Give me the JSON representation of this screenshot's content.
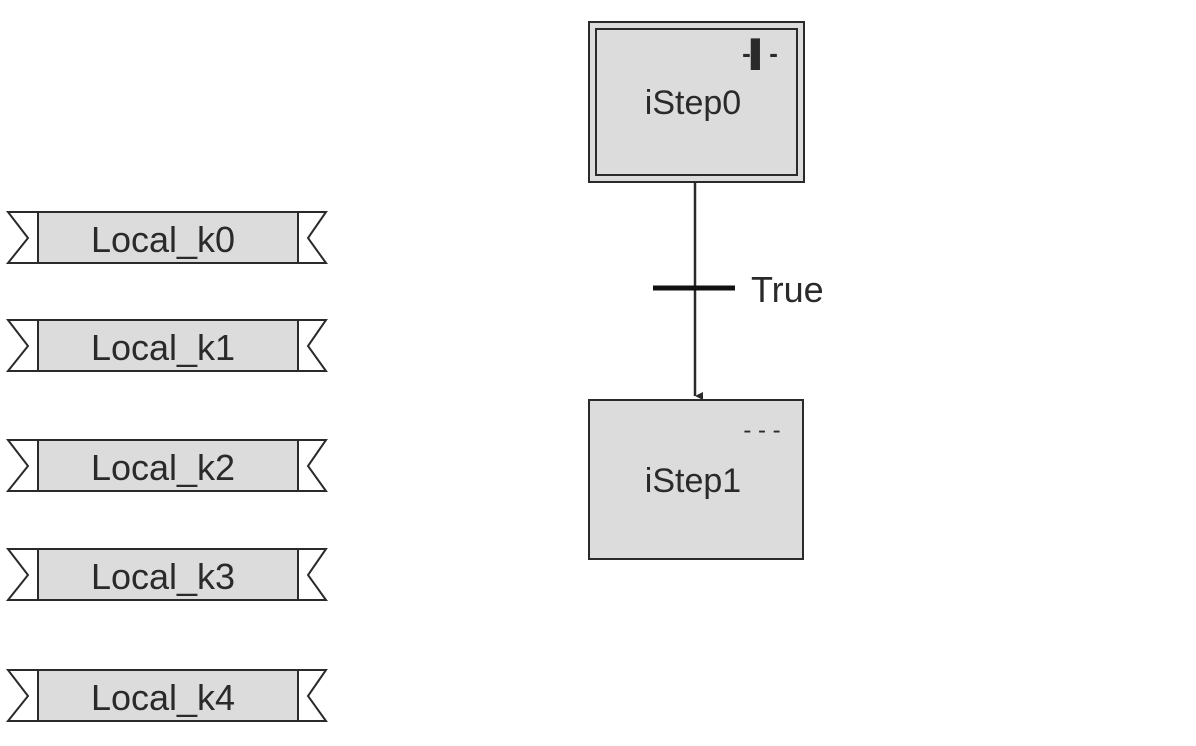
{
  "diagram": {
    "colors": {
      "background": "#ffffff",
      "fill": "#dcdcdc",
      "stroke": "#2a2a2a",
      "text": "#2a2a2a"
    },
    "variables": [
      {
        "label": "Local_k0"
      },
      {
        "label": "Local_k1"
      },
      {
        "label": "Local_k2"
      },
      {
        "label": "Local_k3"
      },
      {
        "label": "Local_k4"
      }
    ],
    "steps": [
      {
        "label": "iStep0",
        "initial": true,
        "marker": "-▌-"
      },
      {
        "label": "iStep1",
        "initial": false,
        "marker": "- - -"
      }
    ],
    "transition": {
      "condition": "True"
    }
  }
}
